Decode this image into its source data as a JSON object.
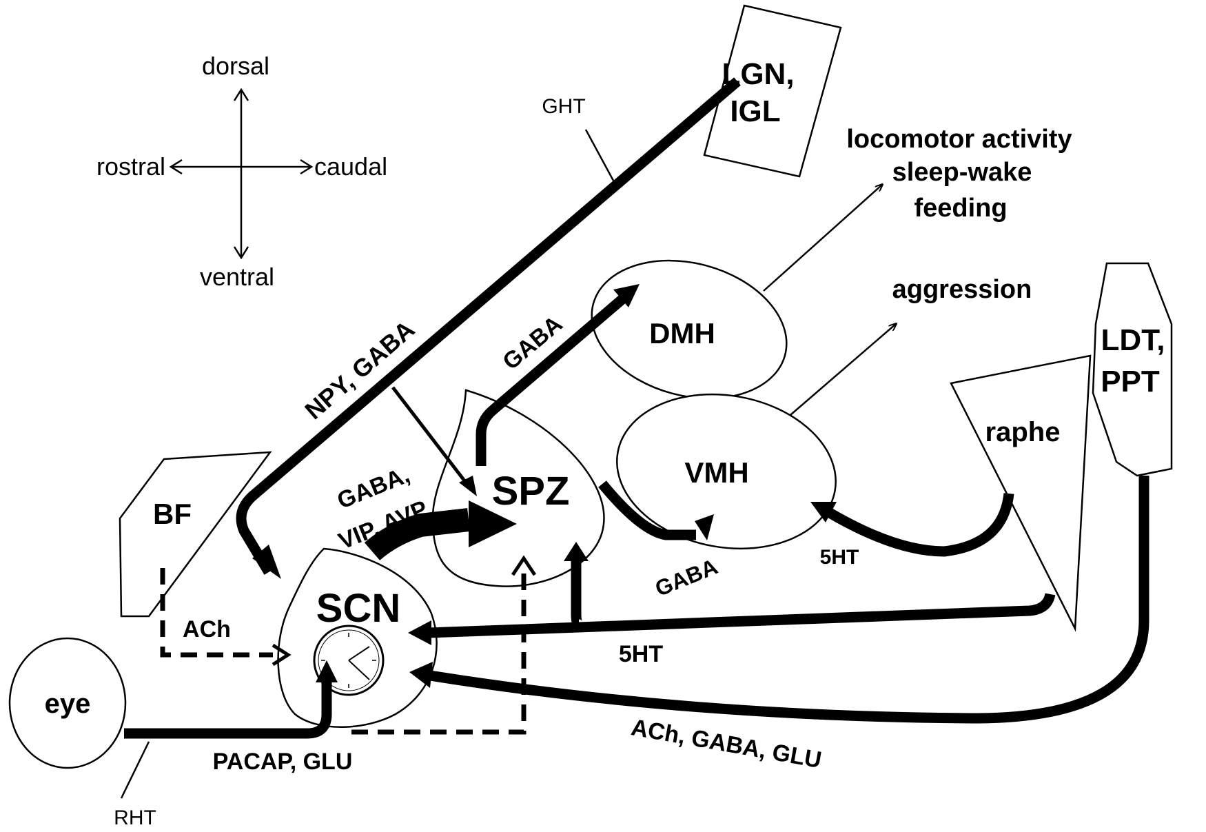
{
  "compass": {
    "dorsal": "dorsal",
    "ventral": "ventral",
    "rostral": "rostral",
    "caudal": "caudal"
  },
  "regions": {
    "lgn_line1": "LGN,",
    "lgn_line2": "IGL",
    "ldt_line1": "LDT,",
    "ldt_line2": "PPT",
    "dmh": "DMH",
    "vmh": "VMH",
    "spz": "SPZ",
    "scn": "SCN",
    "bf": "BF",
    "eye": "eye",
    "raphe": "raphe"
  },
  "outputs": {
    "locomotor": "locomotor activity",
    "sleep_wake": "sleep-wake",
    "feeding": "feeding",
    "aggression": "aggression"
  },
  "tracts": {
    "ght": "GHT",
    "rht": "RHT"
  },
  "transmitters": {
    "npy_gaba": "NPY, GABA",
    "gaba_dmh": "GABA",
    "gaba_vip_line1": "GABA,",
    "gaba_vip_line2": "VIP, AVP",
    "gaba_vmh": "GABA",
    "ach_bf": "ACh",
    "ht_raphe_vmh": "5HT",
    "ht_raphe_scn": "5HT",
    "pacap_glu": "PACAP, GLU",
    "ach_gaba_glu": "ACh, GABA, GLU"
  }
}
